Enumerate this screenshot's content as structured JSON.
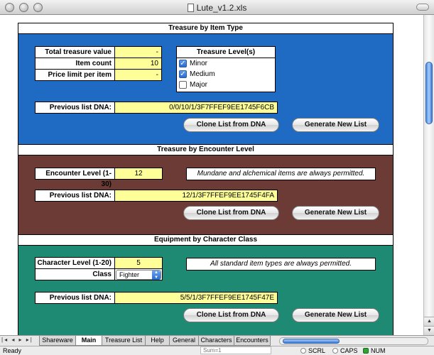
{
  "window": {
    "title": "Lute_v1.2.xls"
  },
  "panels": {
    "item_type": {
      "title": "Treasure by Item Type",
      "rows": [
        {
          "label": "Total treasure value",
          "value": "-"
        },
        {
          "label": "Item count",
          "value": "10"
        },
        {
          "label": "Price limit per item",
          "value": "-"
        }
      ],
      "levels_title": "Treasure Level(s)",
      "levels": [
        {
          "label": "Minor",
          "checked": true
        },
        {
          "label": "Medium",
          "checked": true
        },
        {
          "label": "Major",
          "checked": false
        }
      ],
      "dna_label": "Previous list DNA:",
      "dna_value": "0/0/10/1/3F7FFEF9EE1745F6CB",
      "clone_label": "Clone List from DNA",
      "generate_label": "Generate New List"
    },
    "encounter": {
      "title": "Treasure by Encounter Level",
      "level_label": "Encounter Level (1-30)",
      "level_value": "12",
      "note": "Mundane and alchemical items are always permitted.",
      "dna_label": "Previous list DNA:",
      "dna_value": "12/1/3F7FFEF9EE1745F4FA",
      "clone_label": "Clone List from DNA",
      "generate_label": "Generate New List"
    },
    "character": {
      "title": "Equipment by Character Class",
      "level_label": "Character Level (1-20)",
      "level_value": "5",
      "class_label": "Class",
      "class_value": "Fighter",
      "note": "All standard item types are always permitted.",
      "dna_label": "Previous list DNA:",
      "dna_value": "5/5/1/3F7FFEF9EE1745F47E",
      "clone_label": "Clone List from DNA",
      "generate_label": "Generate New List"
    }
  },
  "tabs": [
    "Shareware",
    "Main",
    "Treasure List",
    "Help",
    "General",
    "Characters",
    "Encounters"
  ],
  "active_tab": "Main",
  "status": {
    "ready": "Ready",
    "sum": "Sum=1",
    "scrl": "SCRL",
    "caps": "CAPS",
    "num": "NUM"
  },
  "colors": {
    "panel1": "#1f6bc4",
    "panel2": "#6d3b36",
    "panel3": "#1f8a73",
    "value_fill": "#ffff99"
  }
}
